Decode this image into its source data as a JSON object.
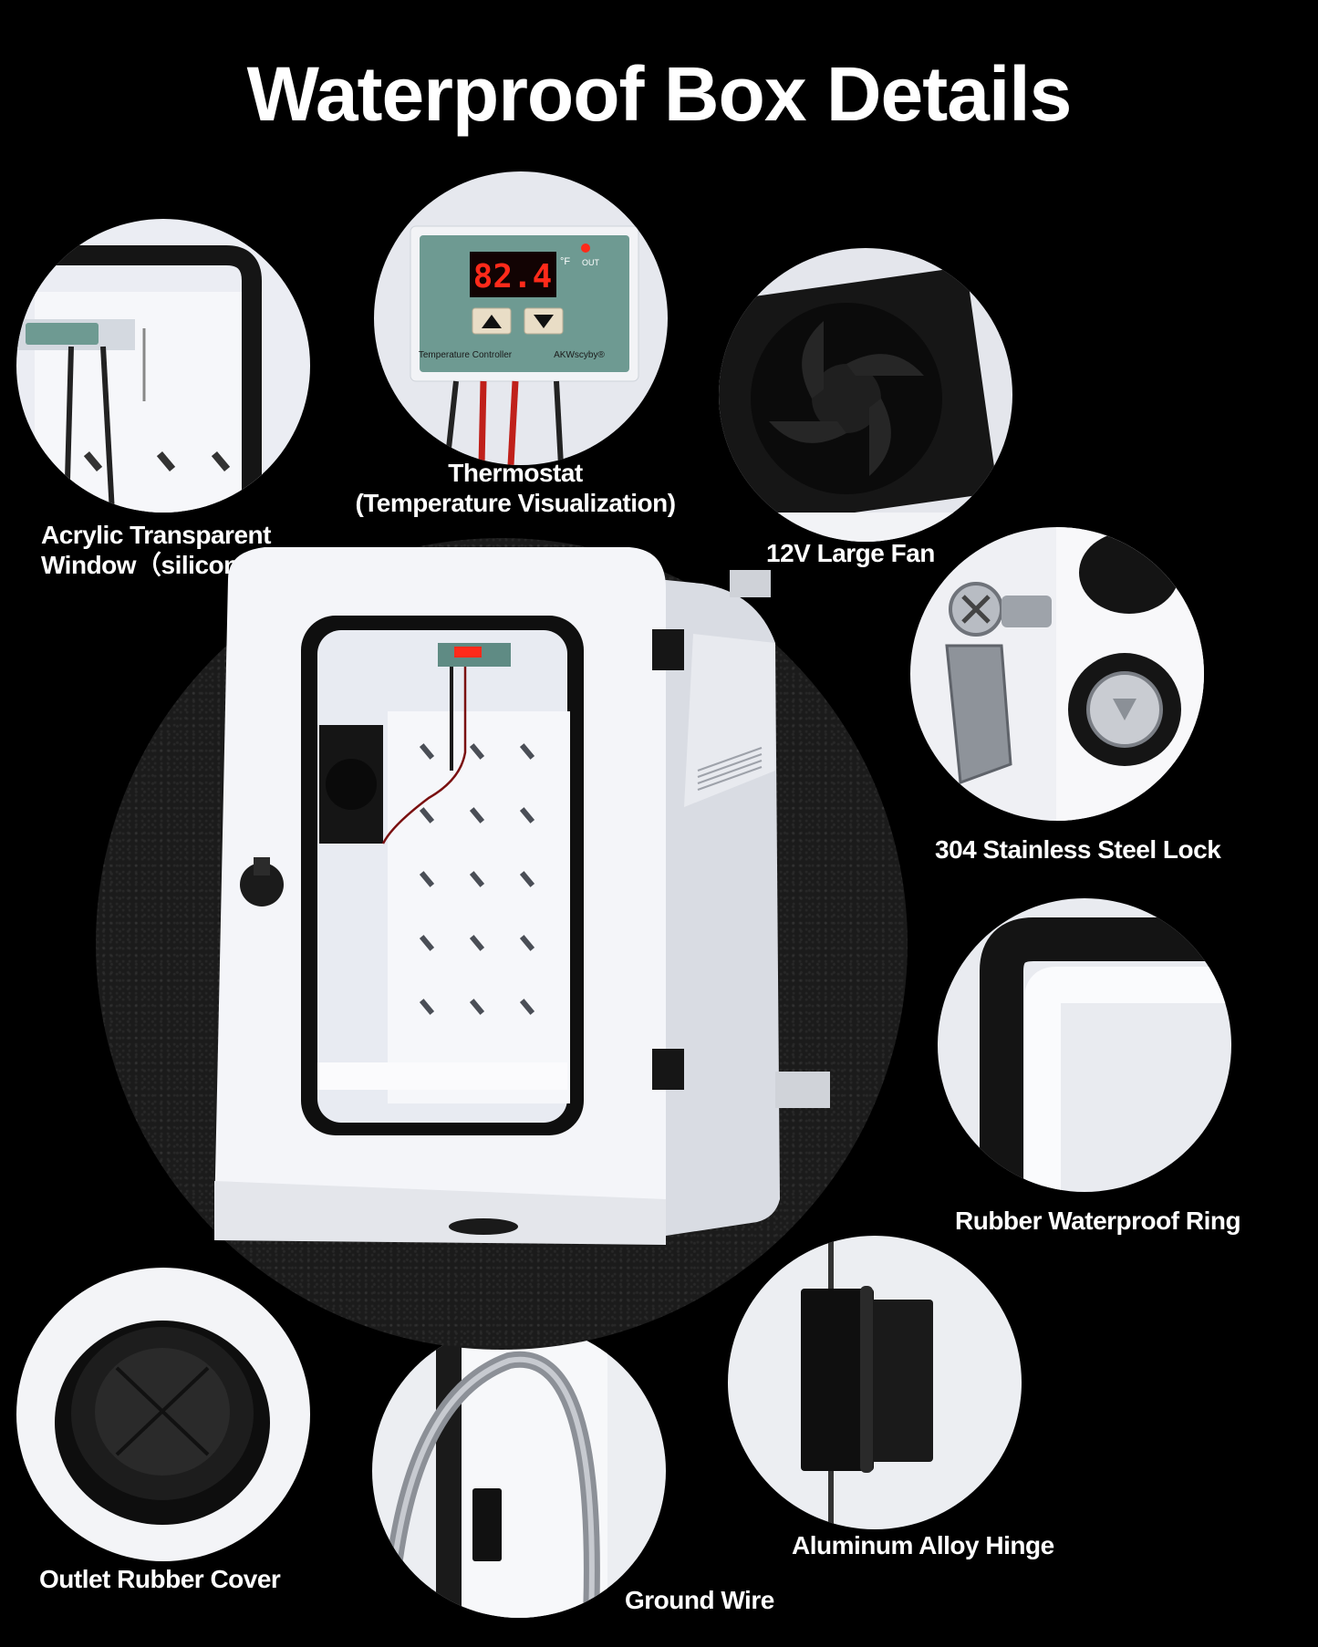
{
  "title": "Waterproof Box Details",
  "labels": {
    "acrylic_line1": "Acrylic Transparent",
    "acrylic_line2": "Window（silicone Case）",
    "thermostat_line1": "Thermostat",
    "thermostat_line2": "(Temperature Visualization)",
    "fan": "12V Large Fan",
    "lock": "304 Stainless Steel Lock",
    "ring": "Rubber Waterproof Ring",
    "cover": "Outlet Rubber Cover",
    "ground": "Ground Wire",
    "hinge": "Aluminum Alloy Hinge"
  },
  "thermostat": {
    "reading": "82.4",
    "unit": "°F",
    "out": "OUT",
    "model": "Temperature Controller",
    "brand": "AKWscyby®"
  },
  "colors": {
    "background": "#000000",
    "text": "#ffffff",
    "display_red": "#ff2a1a",
    "controller_teal": "#6e9a92"
  }
}
